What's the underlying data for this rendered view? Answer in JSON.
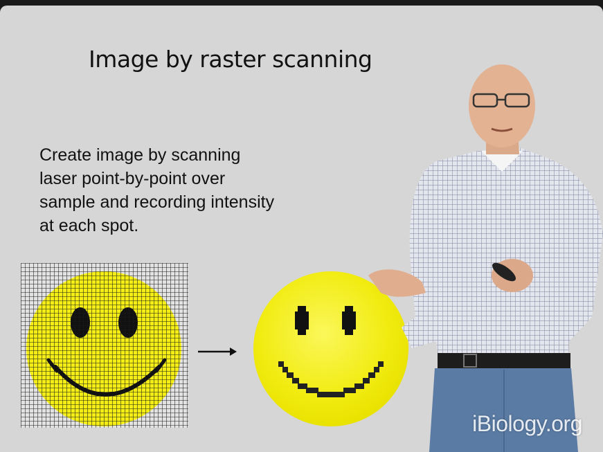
{
  "slide": {
    "title": "Image by raster scanning",
    "body_lines": [
      "Create image by scanning",
      "laser point-by-point over",
      "sample and recording intensity",
      "at each spot."
    ]
  },
  "watermark": "iBiology.org",
  "colors": {
    "slide_background": "#d6d6d6",
    "smiley_yellow": "#f4ee16",
    "text": "#111111"
  },
  "icons": {
    "arrow": "right-arrow-icon",
    "grid_smiley": "gridded-smiley-face",
    "pixel_smiley": "pixelated-smiley-face"
  }
}
